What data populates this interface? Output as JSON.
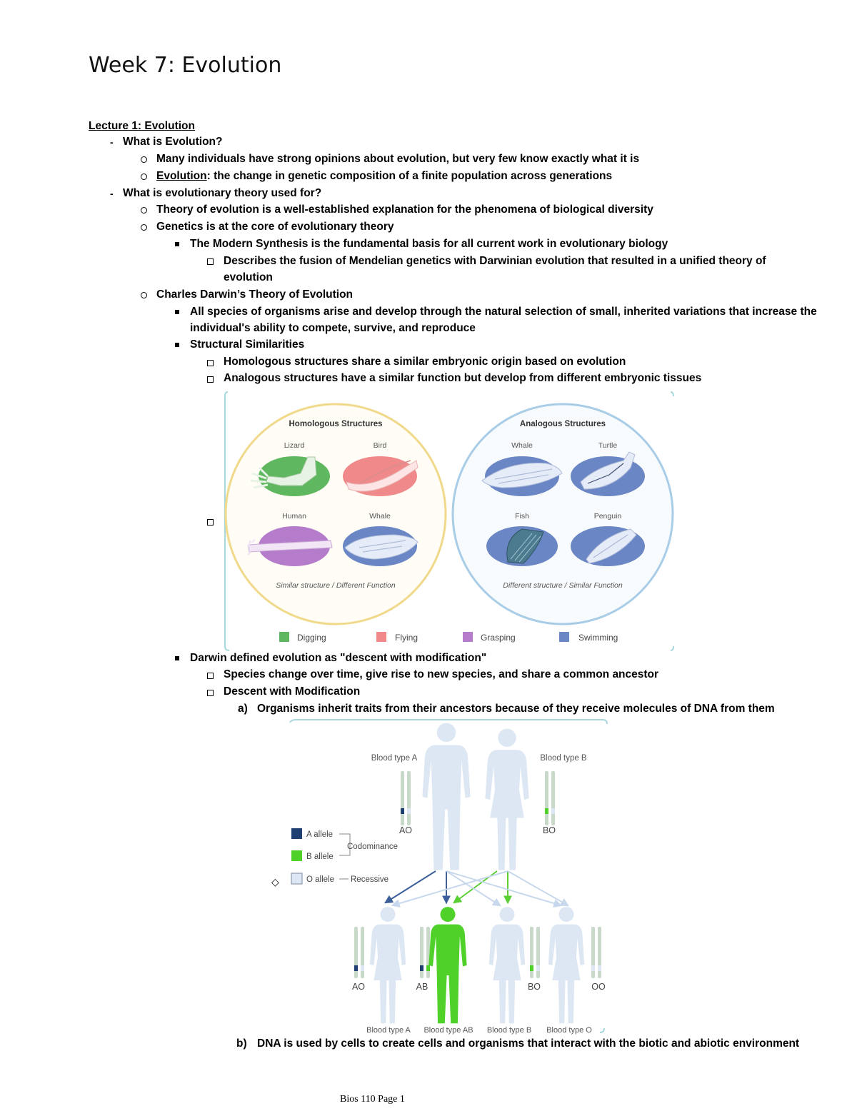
{
  "page_title": "Week 7: Evolution",
  "heading": "Lecture 1: Evolution",
  "lines": {
    "l1": "What is Evolution?",
    "l2": "Many individuals have strong opinions about evolution, but very few know exactly what it is",
    "l3_term": "Evolution",
    "l3_rest": ": the change in genetic composition of a finite population across generations",
    "l4": "What is evolutionary theory used for?",
    "l5": "Theory of evolution is a well-established explanation for the phenomena of biological diversity",
    "l6": "Genetics is at the core of evolutionary theory",
    "l7": "The Modern Synthesis is the fundamental basis for all current work in evolutionary biology",
    "l8a": "Describes the fusion of Mendelian genetics with Darwinian evolution that resulted in a unified theory of",
    "l8b": "evolution",
    "l9": "Charles Darwin’s Theory of Evolution",
    "l10a": "All species of organisms arise and develop through the natural selection of small, inherited variations that increase the",
    "l10b": "individual's ability to compete, survive, and reproduce",
    "l11": "Structural Similarities",
    "l12": "Homologous structures share a similar embryonic origin based on evolution",
    "l13": "Analogous structures have a similar function but develop from different embryonic tissues",
    "l14": "Darwin defined evolution as \"descent with modification\"",
    "l15": "Species change over time, give rise to new species, and share a common ancestor",
    "l16": "Descent with Modification",
    "l17_marker": "a)",
    "l17": "Organisms inherit traits from their ancestors because of they receive molecules of DNA from them",
    "l18_marker": "b)",
    "l18": "DNA is used by cells to create cells and organisms that interact with the biotic and abiotic environment"
  },
  "figure1": {
    "homologous_title": "Homologous Structures",
    "analogous_title": "Analogous Structures",
    "labels": {
      "lizard": "Lizard",
      "bird": "Bird",
      "human": "Human",
      "whale": "Whale",
      "whale2": "Whale",
      "turtle": "Turtle",
      "fish": "Fish",
      "penguin": "Penguin"
    },
    "homologous_caption": "Similar structure / Different Function",
    "analogous_caption": "Different structure / Similar Function",
    "legend": [
      {
        "label": "Digging",
        "color": "#5fb85f"
      },
      {
        "label": "Flying",
        "color": "#f08a8a"
      },
      {
        "label": "Grasping",
        "color": "#b57ccc"
      },
      {
        "label": "Swimming",
        "color": "#6a86c4"
      }
    ],
    "homologous_ring_color": "#f0d98a",
    "analogous_ring_color": "#a9cde6"
  },
  "figure2": {
    "parent_a_label": "Blood type A",
    "parent_b_label": "Blood type B",
    "parent_a_genotype": "AO",
    "parent_b_genotype": "BO",
    "legend_a": "A allele",
    "legend_b": "B allele",
    "legend_o": "O allele",
    "codominance": "Codominance",
    "recessive": "Recessive",
    "children": [
      {
        "genotype": "AO",
        "label": "Blood type A"
      },
      {
        "genotype": "AB",
        "label": "Blood type AB"
      },
      {
        "genotype": "BO",
        "label": "Blood type B"
      },
      {
        "genotype": "OO",
        "label": "Blood type O"
      }
    ],
    "color_a": "#1f3f73",
    "color_b": "#4fd12a",
    "color_o": "#dde7f3"
  },
  "footer": "Bios 110 Page 1"
}
